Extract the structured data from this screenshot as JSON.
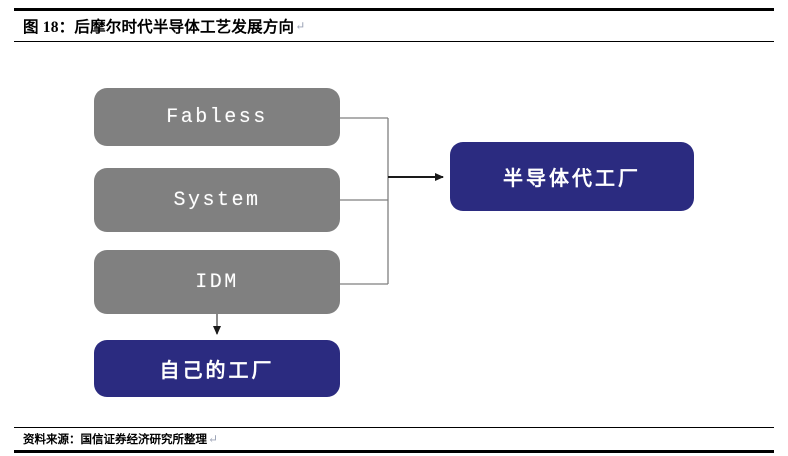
{
  "figure": {
    "title_number": "图 18：",
    "title": "图 18：后摩尔时代半导体工艺发展方向",
    "title_mark": "↵",
    "source_label": "资料来源：国信证券经济研究所整理",
    "source_mark": "↵"
  },
  "colors": {
    "gray_node": "#808080",
    "blue_node": "#2b2b80",
    "node_text": "#ffffff",
    "connector": "#7f7f7f",
    "arrow": "#1a1a1a",
    "rule": "#000000",
    "background": "#ffffff"
  },
  "diagram": {
    "type": "flow",
    "nodes": [
      {
        "id": "fabless",
        "label": "Fabless",
        "style": "gray",
        "script": "latin"
      },
      {
        "id": "system",
        "label": "System",
        "style": "gray",
        "script": "latin"
      },
      {
        "id": "idm",
        "label": "IDM",
        "style": "gray",
        "script": "latin"
      },
      {
        "id": "own_fab",
        "label": "自己的工厂",
        "style": "blue",
        "script": "cjk"
      },
      {
        "id": "foundry",
        "label": "半导体代工厂",
        "style": "blue",
        "script": "cjk"
      }
    ],
    "edges": [
      {
        "from": "fabless",
        "to": "foundry",
        "kind": "bracket"
      },
      {
        "from": "system",
        "to": "foundry",
        "kind": "bracket"
      },
      {
        "from": "idm",
        "to": "foundry",
        "kind": "bracket"
      },
      {
        "from": "idm",
        "to": "own_fab",
        "kind": "arrow-down"
      }
    ]
  }
}
